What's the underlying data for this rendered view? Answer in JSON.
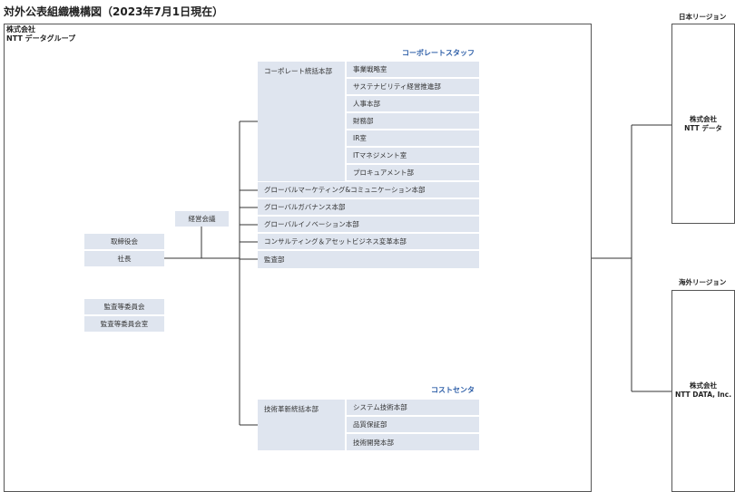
{
  "title": "対外公表組織機構図（2023年7月1日現在）",
  "company": {
    "line1": "株式会社",
    "line2": "NTT データグループ"
  },
  "left_boxes": {
    "board": "取締役会",
    "president": "社長",
    "management_meeting": "経営会議",
    "audit_committee": "監査等委員会",
    "audit_committee_office": "監査等委員会室"
  },
  "corporate_staff": {
    "header": "コーポレートスタッフ",
    "head_office": "コーポレート統括本部",
    "sub_units": [
      "事業戦略室",
      "サステナビリティ経営推進部",
      "人事本部",
      "財務部",
      "IR室",
      "ITマネジメント室",
      "プロキュアメント部"
    ],
    "units": [
      "グローバルマーケティング&コミュニケーション本部",
      "グローバルガバナンス本部",
      "グローバルイノベーション本部",
      "コンサルティング＆アセットビジネス変革本部",
      "監査部"
    ]
  },
  "cost_center": {
    "header": "コストセンタ",
    "head_office": "技術革新統括本部",
    "sub_units": [
      "システム技術本部",
      "品質保証部",
      "技術開発本部"
    ]
  },
  "regions": [
    {
      "label": "日本リージョン",
      "company_line1": "株式会社",
      "company_line2": "NTT データ"
    },
    {
      "label": "海外リージョン",
      "company_line1": "株式会社",
      "company_line2": "NTT DATA, Inc."
    }
  ]
}
